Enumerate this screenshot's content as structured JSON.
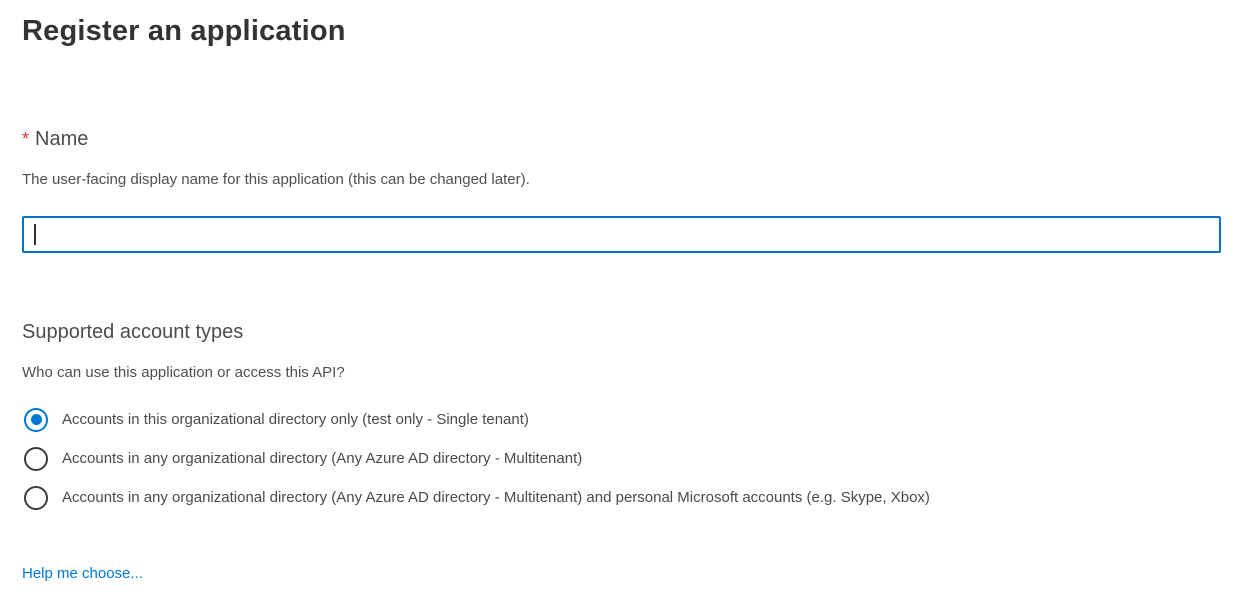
{
  "page": {
    "title": "Register an application"
  },
  "name_section": {
    "required_marker": "*",
    "label": "Name",
    "description": "The user-facing display name for this application (this can be changed later).",
    "input_value": "",
    "input_placeholder": ""
  },
  "account_types_section": {
    "heading": "Supported account types",
    "question": "Who can use this application or access this API?",
    "options": [
      {
        "label": "Accounts in this organizational directory only (test only - Single tenant)",
        "selected": true
      },
      {
        "label": "Accounts in any organizational directory (Any Azure AD directory - Multitenant)",
        "selected": false
      },
      {
        "label": "Accounts in any organizational directory (Any Azure AD directory - Multitenant) and personal Microsoft accounts (e.g. Skype, Xbox)",
        "selected": false
      }
    ],
    "help_link_label": "Help me choose..."
  },
  "colors": {
    "accent_blue": "#0078d4",
    "input_focus_border": "#0b72c9",
    "required_red": "#d13438",
    "heading_text": "#333333",
    "body_text": "#4f4f4f"
  }
}
